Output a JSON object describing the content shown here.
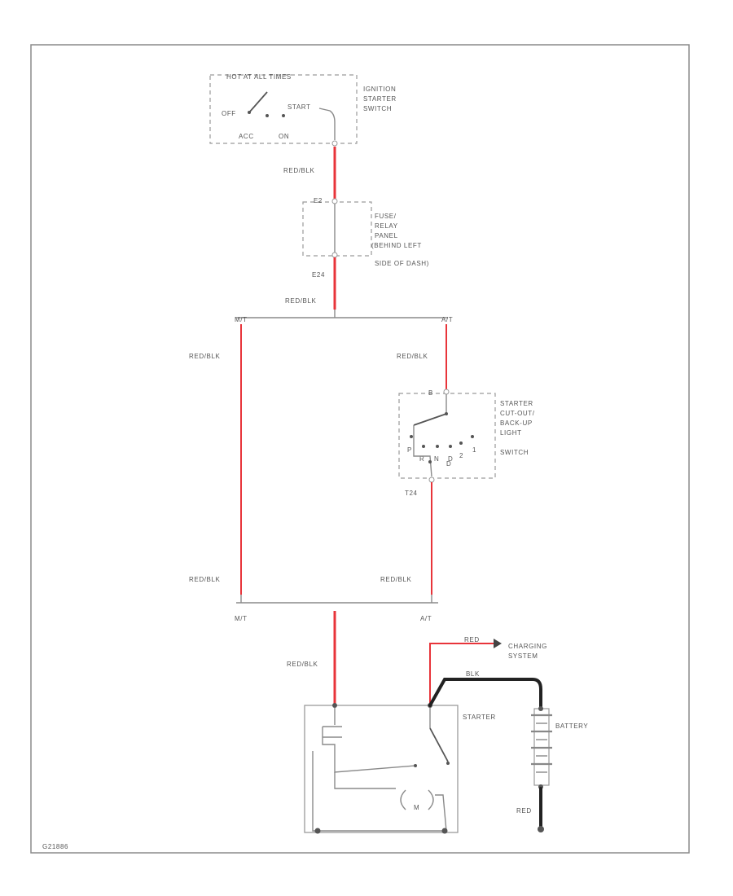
{
  "ignition_switch": {
    "fuse_label": "HOT AT ALL TIMES",
    "name_lines": [
      "IGNITION",
      "STARTER",
      "SWITCH"
    ],
    "off": "OFF",
    "start": "START",
    "acc": "ACC",
    "on": "ON"
  },
  "fuse_panel": {
    "terminal_top": "E2",
    "terminal_bottom": "E24",
    "name_lines": [
      "FUSE/",
      "RELAY",
      "PANEL",
      "(BEHIND LEFT",
      "SIDE OF DASH)"
    ]
  },
  "cutout_switch": {
    "terminal_top": "B",
    "terminal_bottom": "D",
    "connector": "T24",
    "name_lines": [
      "STARTER",
      "CUT-OUT/",
      "BACK-UP",
      "LIGHT",
      "SWITCH"
    ],
    "positions": [
      "P",
      "R",
      "N",
      "D",
      "2",
      "1"
    ]
  },
  "wires": {
    "ign_to_fuse": "RED/BLK",
    "fuse_to_split": "RED/BLK",
    "mt_upper": "RED/BLK",
    "at_upper": "RED/BLK",
    "mt_lower": "RED/BLK",
    "at_lower": "RED/BLK",
    "to_starter": "RED/BLK",
    "charging": "RED",
    "battery_pos": "BLK",
    "battery_neg": "RED"
  },
  "branch": {
    "mt_top": "M/T",
    "at_top": "A/T",
    "mt_bottom": "M/T",
    "at_bottom": "A/T"
  },
  "starter": {
    "name": "STARTER",
    "motor": "M"
  },
  "charging_system": [
    "CHARGING",
    "SYSTEM"
  ],
  "battery": "BATTERY",
  "diagram_id": "G21886"
}
